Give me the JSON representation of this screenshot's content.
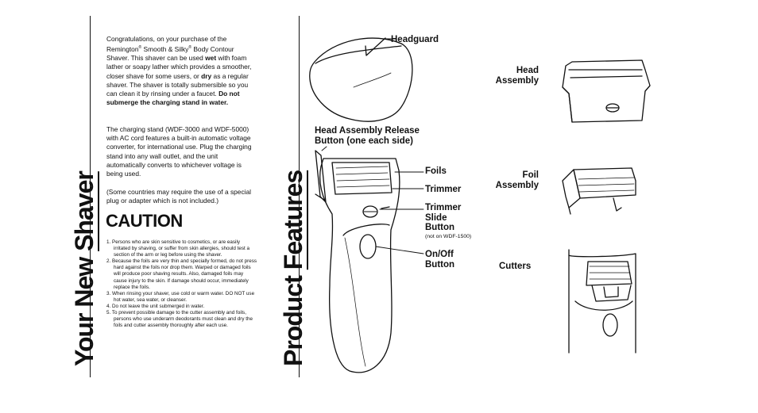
{
  "left_page": {
    "vertical_title_part1": "Your New",
    "vertical_title_part2": "Shaver",
    "intro_paragraph_1_a": "Congratulations, on your purchase of the Remington",
    "intro_paragraph_1_reg1": "®",
    "intro_paragraph_1_b": " Smooth & Silky",
    "intro_paragraph_1_reg2": "®",
    "intro_paragraph_1_c": " Body Contour Shaver. This shaver can be used ",
    "intro_paragraph_1_wet": "wet",
    "intro_paragraph_1_d": " with foam lather or soapy lather which provides a smoother, closer shave for some users, or ",
    "intro_paragraph_1_dry": "dry",
    "intro_paragraph_1_e": " as a regular shaver. The shaver is totally submersible so you can clean it by rinsing under a faucet. ",
    "intro_paragraph_1_warning": "Do not submerge the charging stand in water.",
    "intro_paragraph_2": "The charging stand (WDF-3000 and WDF-5000) with AC cord features a built-in automatic voltage converter, for international use. Plug the charging stand into any wall outlet, and the unit automatically converts to whichever voltage is being used.",
    "intro_paragraph_3": "(Some countries may require the use of a special plug or adapter which is not included.)",
    "caution_heading": "CAUTION",
    "caution_items": [
      "1. Persons who are skin sensitive to cosmetics, or are easily irritated by shaving, or suffer from skin allergies, should test a section of the arm or leg before using the shaver.",
      "2. Because the foils are very thin and specially formed, do not press hard against the foils nor drop them. Warped or damaged foils will produce poor shaving results. Also, damaged foils may cause injury to the skin. If damage should occur, immediately replace the foils.",
      "3. When rinsing your shaver, use cold or warm water. DO NOT use hot water, sea water, or cleanser.",
      "4. Do not leave the unit submerged in water.",
      "5. To prevent possible damage to the cutter assembly and foils, persons who use underarm deodorants must clean and dry the foils and cutter assembly thoroughly after each use."
    ]
  },
  "right_page": {
    "vertical_title_part1": "Product",
    "vertical_title_part2": "Features",
    "labels": {
      "headguard": "Headguard",
      "release_button": "Head Assembly Release Button (one each side)",
      "foils": "Foils",
      "trimmer": "Trimmer",
      "trimmer_slide_button": "Trimmer Slide Button",
      "trimmer_slide_note": "(not on WDF-1500)",
      "on_off_button": "On/Off Button",
      "head_assembly": "Head Assembly",
      "foil_assembly": "Foil Assembly",
      "cutters": "Cutters"
    }
  }
}
